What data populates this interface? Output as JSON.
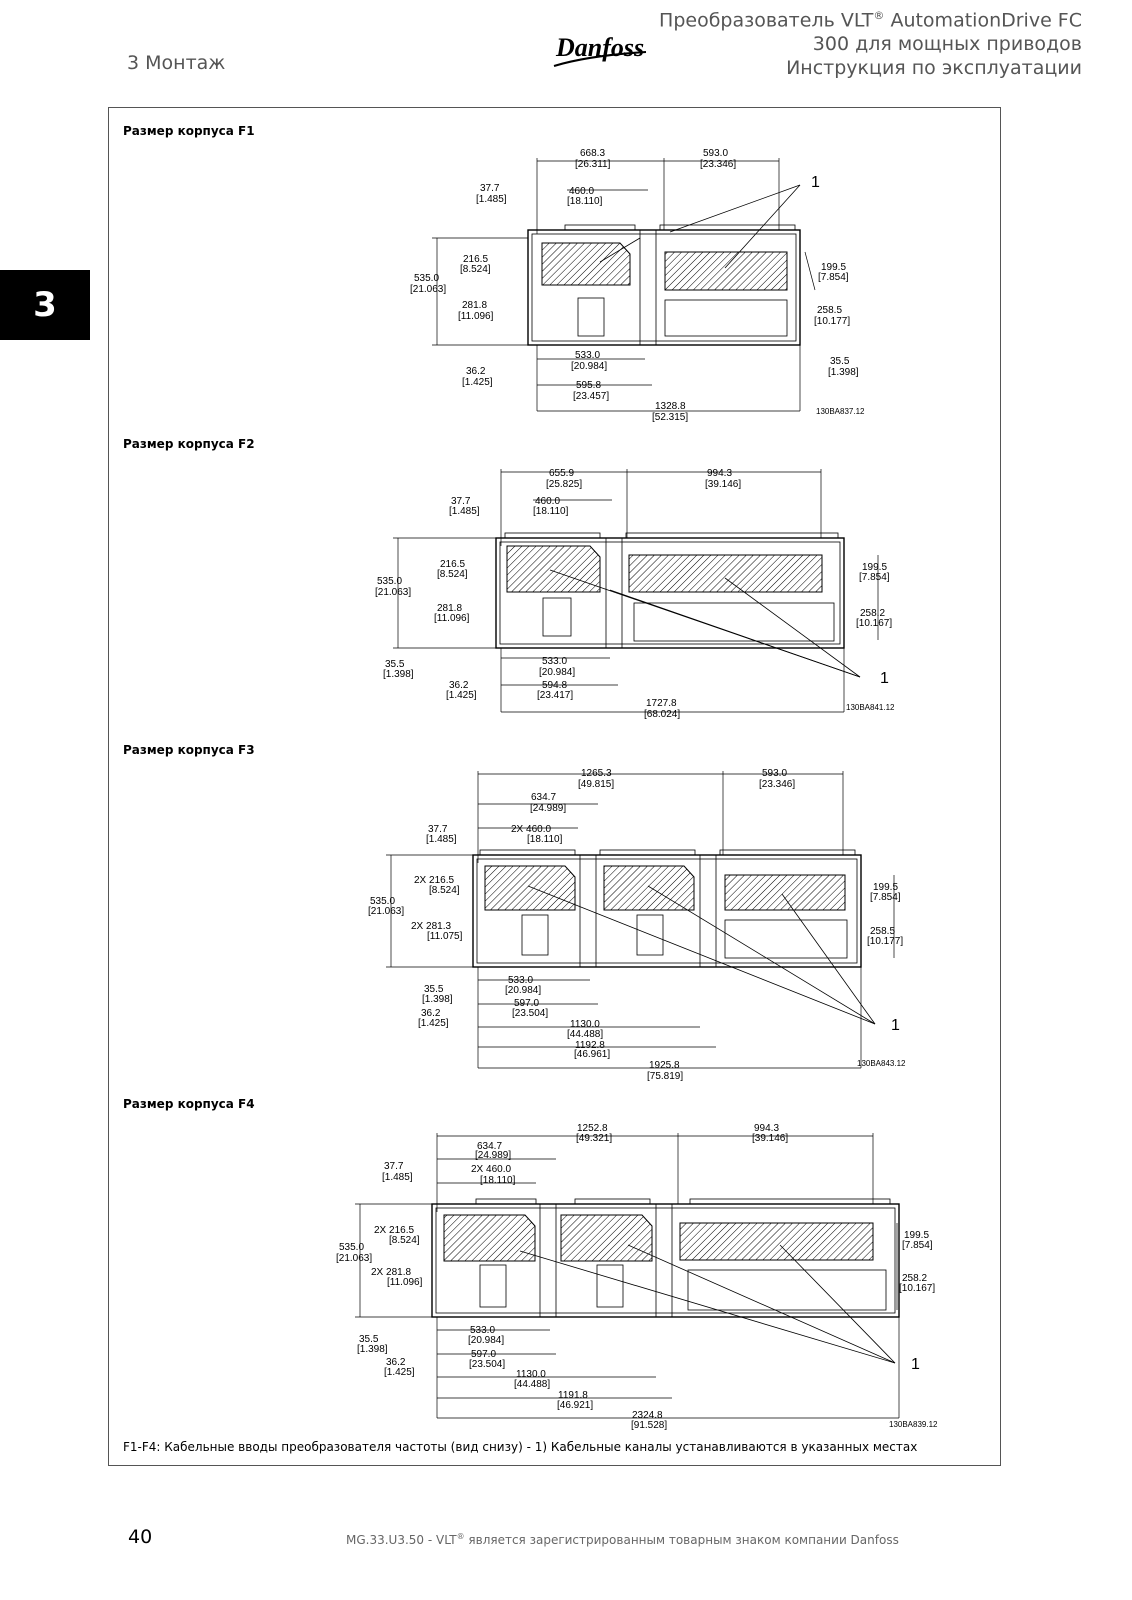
{
  "header": {
    "section": "3 Монтаж",
    "title_line1_pre": "Преобразователь VLT",
    "title_line1_reg": "®",
    "title_line1_post": " AutomationDrive FC",
    "title_line2": "300 для мощных приводов",
    "title_line3": "Инструкция по эксплуатации",
    "logo_text": "Danfoss"
  },
  "side_tab": "3",
  "sections": [
    {
      "title": "Размер корпуса F1",
      "code": "130BA837.12",
      "callout": "1",
      "dims": [
        "668.3",
        "[26.311]",
        "593.0",
        "[23.346]",
        "37.7",
        "[1.485]",
        "460.0",
        "[18.110]",
        "216.5",
        "[8.524]",
        "535.0",
        "[21.063]",
        "281.8",
        "[11.096]",
        "199.5",
        "[7.854]",
        "258.5",
        "[10.177]",
        "533.0",
        "[20.984]",
        "35.5",
        "[1.398]",
        "36.2",
        "[1.425]",
        "595.8",
        "[23.457]",
        "1328.8",
        "[52.315]"
      ]
    },
    {
      "title": "Размер корпуса F2",
      "code": "130BA841.12",
      "callout": "1",
      "dims": [
        "655.9",
        "[25.825]",
        "994.3",
        "[39.146]",
        "37.7",
        "[1.485]",
        "460.0",
        "[18.110]",
        "216.5",
        "[8.524]",
        "535.0",
        "[21.063]",
        "281.8",
        "[11.096]",
        "199.5",
        "[7.854]",
        "258.2",
        "[10.167]",
        "35.5",
        "[1.398]",
        "533.0",
        "[20.984]",
        "36.2",
        "[1.425]",
        "594.8",
        "[23.417]",
        "1727.8",
        "[68.024]"
      ]
    },
    {
      "title": "Размер корпуса F3",
      "code": "130BA843.12",
      "callout": "1",
      "dims": [
        "1265.3",
        "[49.815]",
        "593.0",
        "[23.346]",
        "634.7",
        "[24.989]",
        "37.7",
        "[1.485]",
        "2X 460.0",
        "[18.110]",
        "2X 216.5",
        "[8.524]",
        "535.0",
        "[21.063]",
        "2X 281.3",
        "[11.075]",
        "199.5",
        "[7.854]",
        "258.5",
        "[10.177]",
        "533.0",
        "[20.984]",
        "35.5",
        "[1.398]",
        "597.0",
        "[23.504]",
        "36.2",
        "[1.425]",
        "1130.0",
        "[44.488]",
        "1192.8",
        "[46.961]",
        "1925.8",
        "[75.819]"
      ]
    },
    {
      "title": "Размер корпуса F4",
      "code": "130BA839.12",
      "callout": "1",
      "dims": [
        "1252.8",
        "[49.321]",
        "994.3",
        "[39.146]",
        "634.7",
        "[24.989]",
        "37.7",
        "[1.485]",
        "2X 460.0",
        "[18.110]",
        "2X 216.5",
        "[8.524]",
        "535.0",
        "[21.063]",
        "2X 281.8",
        "[11.096]",
        "199.5",
        "[7.854]",
        "258.2",
        "[10.167]",
        "533.0",
        "[20.984]",
        "35.5",
        "[1.398]",
        "597.0",
        "[23.504]",
        "36.2",
        "[1.425]",
        "1130.0",
        "[44.488]",
        "1191.8",
        "[46.921]",
        "2324.8",
        "[91.528]"
      ]
    }
  ],
  "caption": "F1-F4: Кабельные вводы преобразователя частоты (вид снизу) - 1) Кабельные каналы устанавливаются в указанных местах",
  "footer": {
    "page_number": "40",
    "text_pre": "MG.33.U3.50 - VLT",
    "text_reg": "®",
    "text_post": " является зарегистрированным товарным знаком компании Danfoss"
  }
}
